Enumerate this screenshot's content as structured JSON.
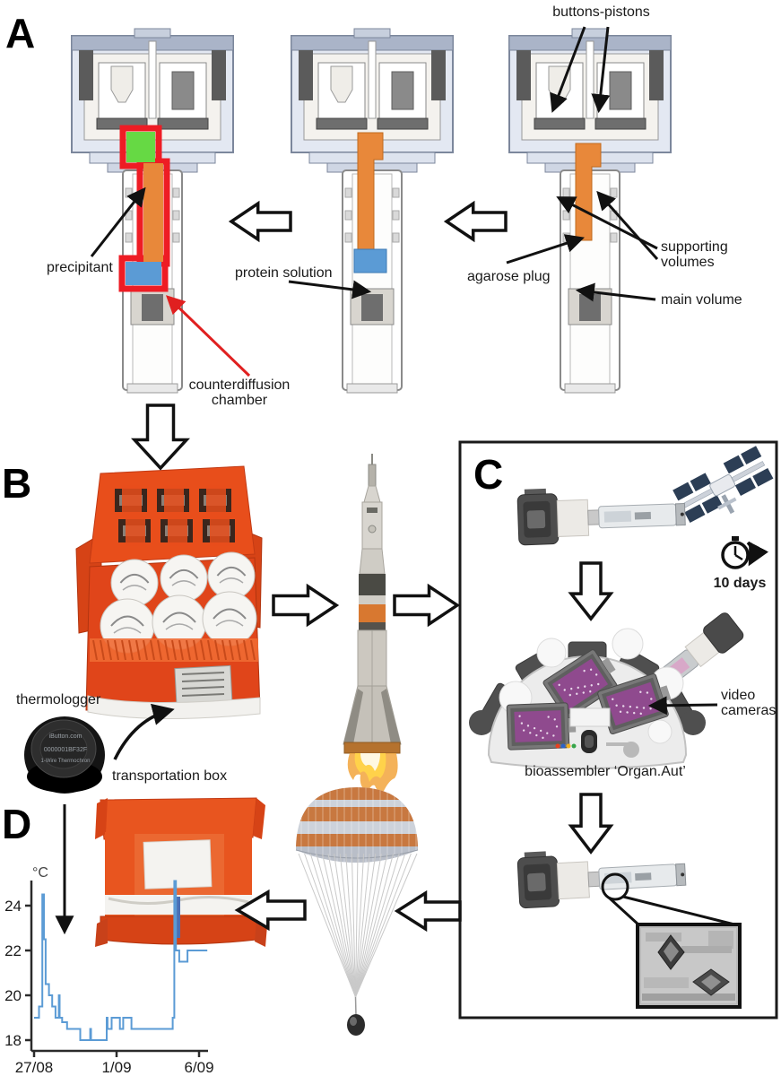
{
  "figure": {
    "panels": {
      "a": "A",
      "b": "B",
      "c": "C",
      "d": "D"
    }
  },
  "labels": {
    "buttons_pistons": "buttons-pistons",
    "precipitant": "precipitant",
    "protein_solution": "protein solution",
    "agarose_plug": "agarose plug",
    "supporting_volumes": "supporting volumes",
    "main_volume": "main volume",
    "counterdiffusion_chamber": "counterdiffusion chamber",
    "thermologger": "thermologger",
    "transportation_box": "transportation box",
    "duration": "10 days",
    "video_cameras": "video cameras",
    "bioassembler": "bioassembler ‘Organ.Aut’"
  },
  "thermologger_engravings": [
    "iButton.com",
    "0000001BF32F",
    "1-Wire Thermochron"
  ],
  "icons": {
    "iss": "international-space-station",
    "clock": "duration-clock",
    "magnifier": "magnifier-callout",
    "crystals": "crystal-micrograph"
  },
  "colors": {
    "box_orange": "#e84e1b",
    "liquid_orange": "#e8883a",
    "precipitant_green": "#66d944",
    "solution_blue": "#5b9bd5",
    "chamber_red": "#ee1c24",
    "chart_line": "#5b9bd5",
    "steel_blue": "#e3e8f2"
  },
  "chart_data": {
    "type": "line",
    "title": "",
    "xlabel": "",
    "ylabel": "°C",
    "legend": "none",
    "grid": false,
    "xlim_days": [
      0,
      10.8
    ],
    "ylim": [
      17.8,
      25.6
    ],
    "y_ticks": [
      18,
      20,
      22,
      24
    ],
    "x_ticks": [
      {
        "day": 0,
        "label": "27/08"
      },
      {
        "day": 5,
        "label": "1/09"
      },
      {
        "day": 10,
        "label": "6/09"
      }
    ],
    "series": [
      {
        "name": "temperature",
        "color": "#5b9bd5",
        "points": [
          [
            0,
            19
          ],
          [
            0.3,
            19
          ],
          [
            0.3,
            19.5
          ],
          [
            0.5,
            19.5
          ],
          [
            0.5,
            24.5
          ],
          [
            0.6,
            24.5
          ],
          [
            0.6,
            22.5
          ],
          [
            0.7,
            22.5
          ],
          [
            0.7,
            20.5
          ],
          [
            0.9,
            20.5
          ],
          [
            0.9,
            20
          ],
          [
            1.1,
            20
          ],
          [
            1.1,
            19.5
          ],
          [
            1.3,
            19.5
          ],
          [
            1.3,
            19
          ],
          [
            1.5,
            19
          ],
          [
            1.5,
            20
          ],
          [
            1.55,
            20
          ],
          [
            1.55,
            19
          ],
          [
            1.7,
            19
          ],
          [
            1.7,
            18.8
          ],
          [
            2.0,
            18.8
          ],
          [
            2.0,
            18.5
          ],
          [
            2.8,
            18.5
          ],
          [
            2.8,
            18
          ],
          [
            3.4,
            18
          ],
          [
            3.4,
            18.5
          ],
          [
            3.45,
            18.5
          ],
          [
            3.45,
            18
          ],
          [
            4.4,
            18
          ],
          [
            4.4,
            19
          ],
          [
            4.45,
            19
          ],
          [
            4.45,
            18.5
          ],
          [
            4.7,
            18.5
          ],
          [
            4.7,
            19
          ],
          [
            5.2,
            19
          ],
          [
            5.2,
            18.5
          ],
          [
            5.4,
            18.5
          ],
          [
            5.4,
            19
          ],
          [
            5.9,
            19
          ],
          [
            5.9,
            18.5
          ],
          [
            8.4,
            18.5
          ],
          [
            8.4,
            19
          ],
          [
            8.5,
            19
          ],
          [
            8.5,
            25.1
          ],
          [
            8.6,
            25.1
          ],
          [
            8.6,
            22
          ],
          [
            8.8,
            22
          ],
          [
            8.8,
            21.5
          ],
          [
            9.3,
            21.5
          ],
          [
            9.3,
            22
          ],
          [
            10.5,
            22
          ]
        ]
      }
    ]
  }
}
